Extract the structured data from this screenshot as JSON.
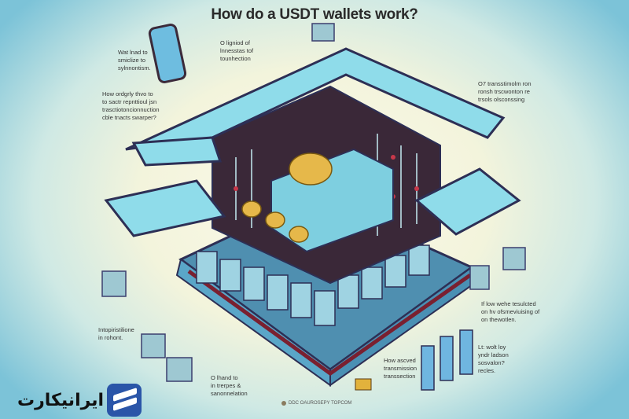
{
  "title": "How do a USDT wallets work?",
  "labels": {
    "top_left": "Wat lnad to\nsmiclize to\nsylnnontism.",
    "mid_left": "How ordgrly thvo to\nto sactr repnttioul jsn\ntrasctiotoncionnuction\ncble tnacts swarper?",
    "top_center": "O ligniod of\nlnnesstas tof\ntounhection",
    "top_right": "O7 transstimolm ron\nronsh trscwonton re\ntrsols olsconssing",
    "lower_left": "Intopiristilione\nin rohont.",
    "lower_right": "If low wehe tesulcted\non hv ofsmeviuising of\non thewotlen.",
    "bottom_right": "Lt: wolt loy\nyndr ladson\nsosvalon?\nrecles.",
    "bottom_center": "How ascved\ntransmission\ntranssection",
    "bottom_left": "O lhand to\nin trerpes &\nsanonnelation"
  },
  "credit": "DDC OAUROSEPY TOPCOM",
  "logo": "ایرانیکارت",
  "colors": {
    "device": "#7fd0e3",
    "frame": "#3b3f6e",
    "coin": "#e6b84a",
    "accent": "#c8384a"
  }
}
